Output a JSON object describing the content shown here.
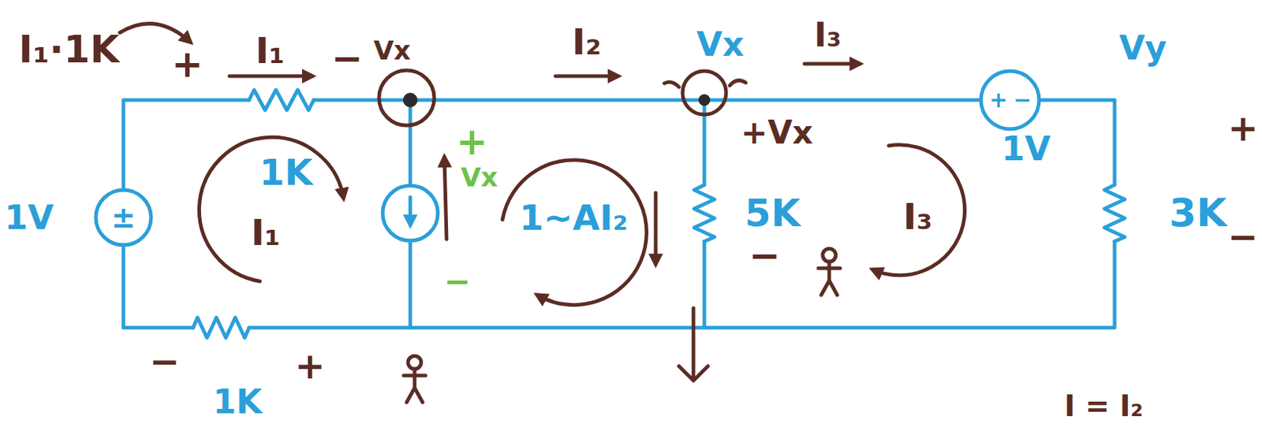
{
  "diagram": {
    "labels": [
      "I₁·1K",
      "+",
      "I₁",
      "−",
      "Vx",
      "I₂",
      "Vx",
      "I₃",
      "Vy",
      "1V",
      "±",
      "1K",
      "I₁",
      "1~AI₂",
      "+",
      "Vx",
      "−",
      "+Vx",
      "5K",
      "I₃",
      "−",
      "+",
      "−",
      "1V",
      "+",
      "3K",
      "−",
      "−",
      "+",
      "1K",
      "I = I₂"
    ]
  }
}
